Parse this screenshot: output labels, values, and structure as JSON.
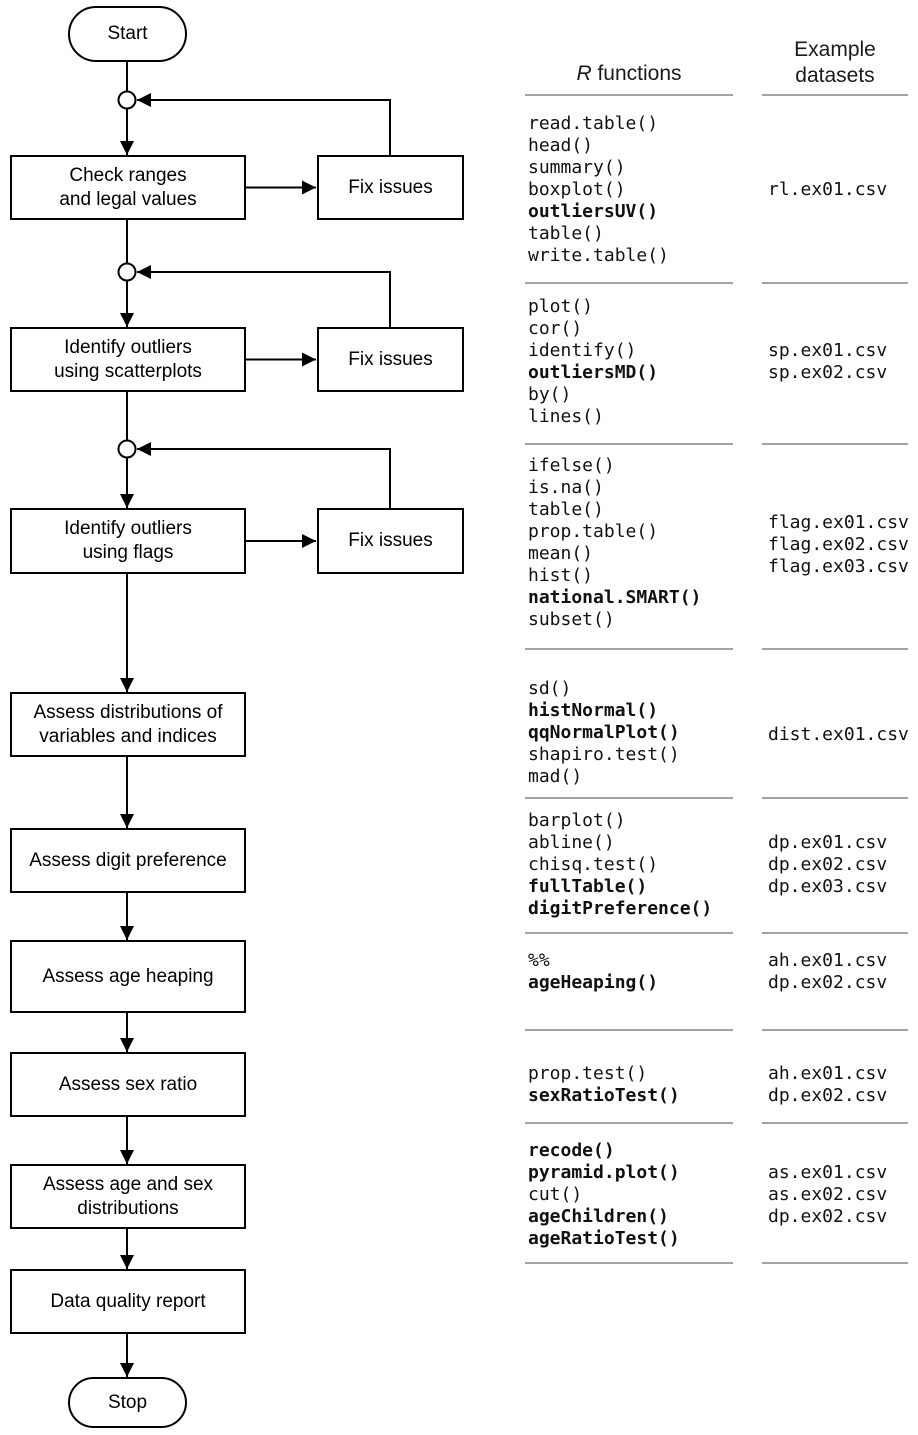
{
  "columns": {
    "r_functions": {
      "title_italic": "R",
      "title_rest": " functions"
    },
    "datasets": {
      "title_line1": "Example",
      "title_line2": "datasets"
    }
  },
  "flowchart": {
    "nodes": [
      {
        "id": "start",
        "lines": [
          "Start"
        ]
      },
      {
        "id": "check-ranges",
        "lines": [
          "Check ranges",
          "and legal values"
        ]
      },
      {
        "id": "fix-issues-1",
        "lines": [
          "Fix issues"
        ]
      },
      {
        "id": "outliers-scatter",
        "lines": [
          "Identify outliers",
          "using scatterplots"
        ]
      },
      {
        "id": "fix-issues-2",
        "lines": [
          "Fix issues"
        ]
      },
      {
        "id": "outliers-flags",
        "lines": [
          "Identify outliers",
          "using flags"
        ]
      },
      {
        "id": "fix-issues-3",
        "lines": [
          "Fix issues"
        ]
      },
      {
        "id": "assess-dist",
        "lines": [
          "Assess distributions of",
          "variables and indices"
        ]
      },
      {
        "id": "digit-preference",
        "lines": [
          "Assess digit preference"
        ]
      },
      {
        "id": "age-heaping",
        "lines": [
          "Assess age heaping"
        ]
      },
      {
        "id": "sex-ratio",
        "lines": [
          "Assess sex ratio"
        ]
      },
      {
        "id": "age-sex-dist",
        "lines": [
          "Assess age and sex",
          "distributions"
        ]
      },
      {
        "id": "data-quality",
        "lines": [
          "Data quality report"
        ]
      },
      {
        "id": "stop",
        "lines": [
          "Stop"
        ]
      }
    ]
  },
  "sections": [
    {
      "functions": [
        {
          "t": "read.table()",
          "b": false
        },
        {
          "t": "head()",
          "b": false
        },
        {
          "t": "summary()",
          "b": false
        },
        {
          "t": "boxplot()",
          "b": false
        },
        {
          "t": "outliersUV()",
          "b": true
        },
        {
          "t": "table()",
          "b": false
        },
        {
          "t": "write.table()",
          "b": false
        }
      ],
      "datasets": [
        "rl.ex01.csv"
      ]
    },
    {
      "functions": [
        {
          "t": "plot()",
          "b": false
        },
        {
          "t": "cor()",
          "b": false
        },
        {
          "t": "identify()",
          "b": false
        },
        {
          "t": "outliersMD()",
          "b": true
        },
        {
          "t": "by()",
          "b": false
        },
        {
          "t": "lines()",
          "b": false
        }
      ],
      "datasets": [
        "sp.ex01.csv",
        "sp.ex02.csv"
      ]
    },
    {
      "functions": [
        {
          "t": "ifelse()",
          "b": false
        },
        {
          "t": "is.na()",
          "b": false
        },
        {
          "t": "table()",
          "b": false
        },
        {
          "t": "prop.table()",
          "b": false
        },
        {
          "t": "mean()",
          "b": false
        },
        {
          "t": "hist()",
          "b": false
        },
        {
          "t": "national.SMART()",
          "b": true
        },
        {
          "t": "subset()",
          "b": false
        }
      ],
      "datasets": [
        "flag.ex01.csv",
        "flag.ex02.csv",
        "flag.ex03.csv"
      ]
    },
    {
      "functions": [
        {
          "t": "sd()",
          "b": false
        },
        {
          "t": "histNormal()",
          "b": true
        },
        {
          "t": "qqNormalPlot()",
          "b": true
        },
        {
          "t": "shapiro.test()",
          "b": false
        },
        {
          "t": "mad()",
          "b": false
        }
      ],
      "datasets": [
        "dist.ex01.csv"
      ]
    },
    {
      "functions": [
        {
          "t": "barplot()",
          "b": false
        },
        {
          "t": "abline()",
          "b": false
        },
        {
          "t": "chisq.test()",
          "b": false
        },
        {
          "t": "fullTable()",
          "b": true
        },
        {
          "t": "digitPreference()",
          "b": true
        }
      ],
      "datasets": [
        "dp.ex01.csv",
        "dp.ex02.csv",
        "dp.ex03.csv"
      ]
    },
    {
      "functions": [
        {
          "t": "%%",
          "b": false
        },
        {
          "t": "ageHeaping()",
          "b": true
        }
      ],
      "datasets": [
        "ah.ex01.csv",
        "dp.ex02.csv"
      ]
    },
    {
      "functions": [
        {
          "t": "prop.test()",
          "b": false
        },
        {
          "t": "sexRatioTest()",
          "b": true
        }
      ],
      "datasets": [
        "ah.ex01.csv",
        "dp.ex02.csv"
      ]
    },
    {
      "functions": [
        {
          "t": "recode()",
          "b": true
        },
        {
          "t": "pyramid.plot()",
          "b": true
        },
        {
          "t": "cut()",
          "b": false
        },
        {
          "t": "ageChildren()",
          "b": true
        },
        {
          "t": "ageRatioTest()",
          "b": true
        }
      ],
      "datasets": [
        "as.ex01.csv",
        "as.ex02.csv",
        "dp.ex02.csv"
      ]
    }
  ]
}
